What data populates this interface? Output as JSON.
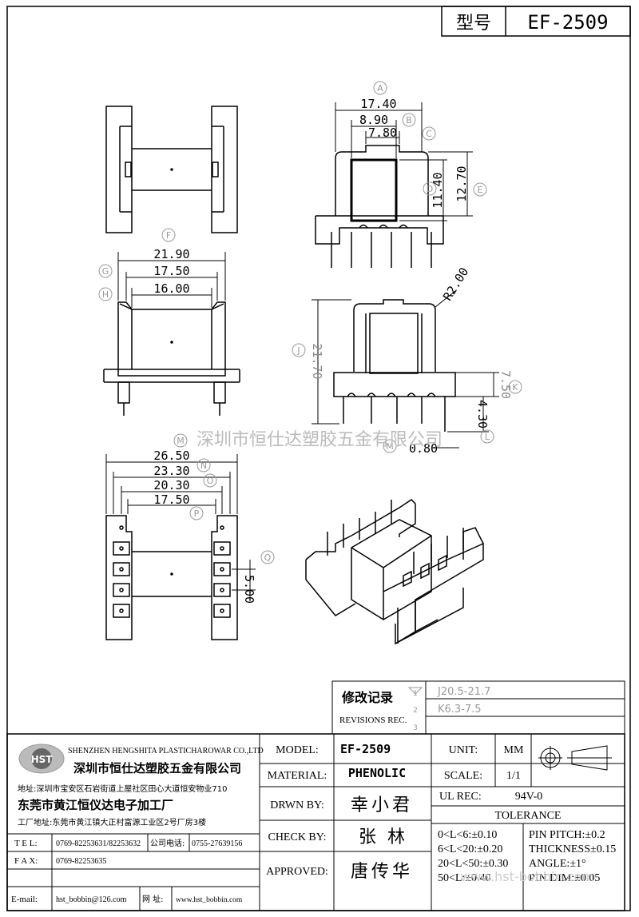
{
  "title_block": {
    "model_label": "型号",
    "model_value": "EF-2509"
  },
  "views": {
    "top_view": {},
    "front_view": {
      "dims": {
        "A": "17.40",
        "B": "8.90",
        "C": "7.80",
        "D": "11.40",
        "E": "12.70"
      },
      "markers": [
        "A",
        "B",
        "C",
        "D",
        "E"
      ]
    },
    "side_view": {
      "dims": {
        "F": "21.90",
        "G": "17.50",
        "H": "16.00"
      },
      "markers": [
        "F",
        "G",
        "H"
      ]
    },
    "elevation_view": {
      "dims": {
        "radius": "R2.00",
        "J": "21.70",
        "K": "7.50",
        "M": "4.30",
        "L": "0.80"
      },
      "markers": [
        "J",
        "K",
        "L",
        "M"
      ]
    },
    "bottom_view": {
      "dims": {
        "M": "26.50",
        "N": "23.30",
        "O": "20.30",
        "P": "17.50",
        "Q": "5.00"
      },
      "markers": [
        "M",
        "N",
        "O",
        "P",
        "Q"
      ]
    },
    "iso_view": {}
  },
  "watermark_main": "深圳市恒仕达塑胶五金有限公司",
  "watermark_url": "www.hst-bobbin.com",
  "revisions": {
    "title": "修改记录",
    "label": "REVISIONS REC.",
    "rows": [
      {
        "id": "1",
        "text": "J20.5-21.7"
      },
      {
        "id": "2",
        "text": "K6.3-7.5"
      },
      {
        "id": "3",
        "text": ""
      }
    ]
  },
  "company": {
    "logo": "HST",
    "name_en": "SHENZHEN HENGSHITA PLASTICHAROWAR CO.,LTD",
    "name_cn": "深圳市恒仕达塑胶五金有限公司",
    "address": "地址:深圳市宝安区石岩街道上屋社区田心大道恒安物业710",
    "factory": "东莞市黄江恒仪达电子加工厂",
    "factory_address": "工厂地址:东莞市黄江镇大正村富源工业区2号厂房3楼",
    "tel_label": "T E L:",
    "tel": "0769-82253631/82253632",
    "phone_label": "公司电话:",
    "phone": "0755-27639156",
    "fax_label": "F A X:",
    "fax": "0769-82253635",
    "email_label": "E-mail:",
    "email": "hst_bobbin@126.com",
    "web_label": "网 址:",
    "web": "www.hst_bobbin.com"
  },
  "spec": {
    "model_label": "MODEL:",
    "model": "EF-2509",
    "material_label": "MATERIAL:",
    "material": "PHENOLIC",
    "drawn_label": "DRWN BY:",
    "drawn": "幸小君",
    "check_label": "CHECK BY:",
    "check": "张  林",
    "approved_label": "APPROVED:",
    "approved": "唐传华",
    "unit_label": "UNIT:",
    "unit": "MM",
    "scale_label": "SCALE:",
    "scale": "1/1",
    "ul_label": "UL REC:",
    "ul": "94V-0",
    "tolerance_title": "TOLERANCE",
    "tolerances": [
      "0<L<6:±0.10",
      "6<L<20:±0.20",
      "20<L<50:±0.30",
      "50<L:±0.40"
    ],
    "pin_specs": [
      "PIN PITCH:±0.2",
      "THICKNESS±0.15",
      "ANGLE:±1°",
      "PIN DIM:±0.05"
    ]
  }
}
